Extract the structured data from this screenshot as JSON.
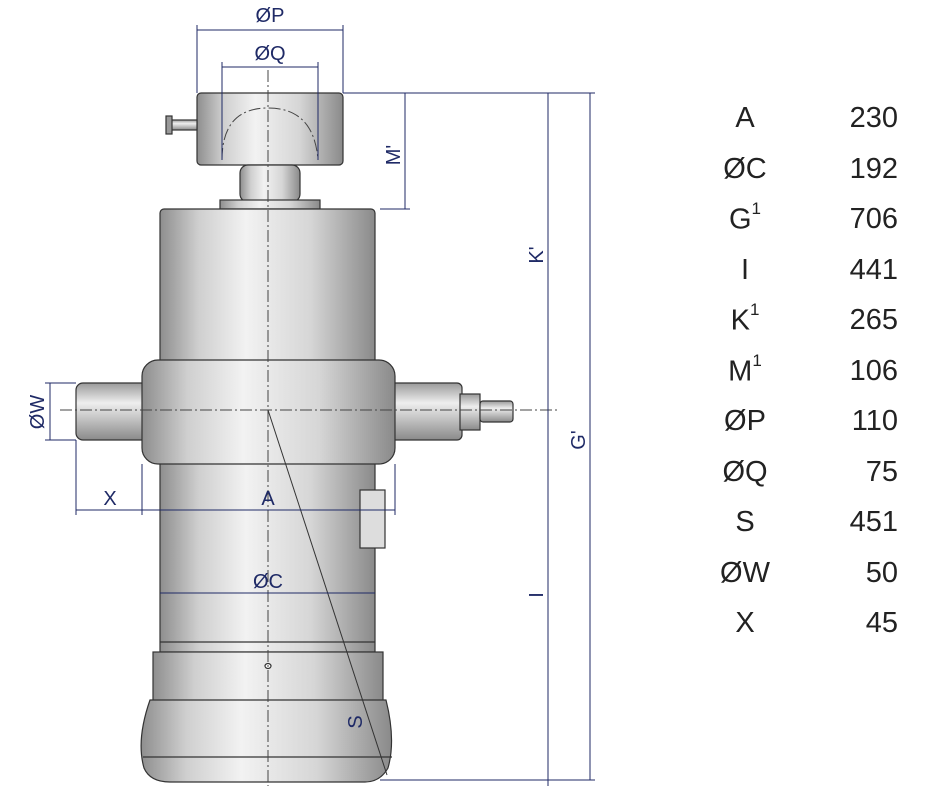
{
  "diagram": {
    "labels": {
      "p": "ØP",
      "q": "ØQ",
      "m": "M'",
      "k": "K'",
      "g": "G'",
      "w": "ØW",
      "x": "X",
      "a": "A",
      "c": "ØC",
      "i": "I",
      "s": "S"
    },
    "colors": {
      "dimension": "#1f2a66",
      "body": "#c8c8c8",
      "outline": "#333333"
    }
  },
  "dimensions_table": [
    {
      "label": "A",
      "sup": "",
      "value": "230"
    },
    {
      "label": "ØC",
      "sup": "",
      "value": "192"
    },
    {
      "label": "G",
      "sup": "1",
      "value": "706"
    },
    {
      "label": "I",
      "sup": "",
      "value": "441"
    },
    {
      "label": "K",
      "sup": "1",
      "value": "265"
    },
    {
      "label": "M",
      "sup": "1",
      "value": "106"
    },
    {
      "label": "ØP",
      "sup": "",
      "value": "110"
    },
    {
      "label": "ØQ",
      "sup": "",
      "value": "75"
    },
    {
      "label": "S",
      "sup": "",
      "value": "451"
    },
    {
      "label": "ØW",
      "sup": "",
      "value": "50"
    },
    {
      "label": "X",
      "sup": "",
      "value": "45"
    }
  ]
}
